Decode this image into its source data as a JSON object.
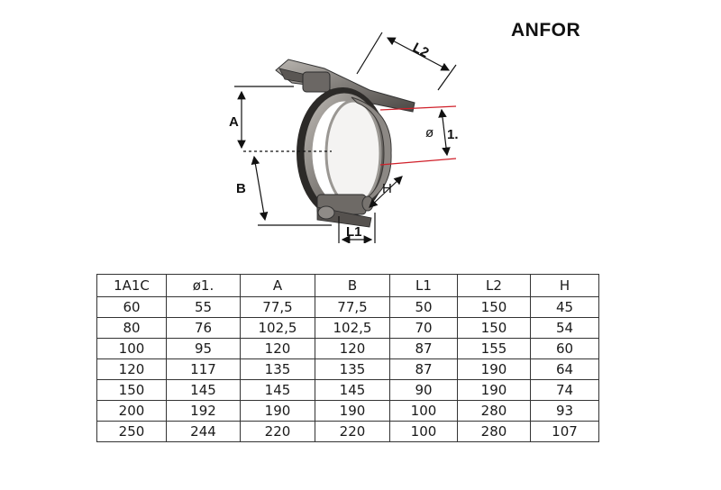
{
  "brand": "ANFOR",
  "diagram": {
    "labels": {
      "a": "A",
      "b": "B",
      "l1": "L1",
      "l2": "L2",
      "h": "H",
      "phi": "ø",
      "i": "1."
    }
  },
  "table": {
    "headers": [
      "1A1C",
      "ø1.",
      "A",
      "B",
      "L1",
      "L2",
      "H"
    ],
    "rows": [
      [
        "60",
        "55",
        "77,5",
        "77,5",
        "50",
        "150",
        "45"
      ],
      [
        "80",
        "76",
        "102,5",
        "102,5",
        "70",
        "150",
        "54"
      ],
      [
        "100",
        "95",
        "120",
        "120",
        "87",
        "155",
        "60"
      ],
      [
        "120",
        "117",
        "135",
        "135",
        "87",
        "190",
        "64"
      ],
      [
        "150",
        "145",
        "145",
        "145",
        "90",
        "190",
        "74"
      ],
      [
        "200",
        "192",
        "190",
        "190",
        "100",
        "280",
        "93"
      ],
      [
        "250",
        "244",
        "220",
        "220",
        "100",
        "280",
        "107"
      ]
    ]
  },
  "colors": {
    "red_line": "#d0202a",
    "metal": "#8e8a86",
    "dark": "#2a2a2a"
  }
}
